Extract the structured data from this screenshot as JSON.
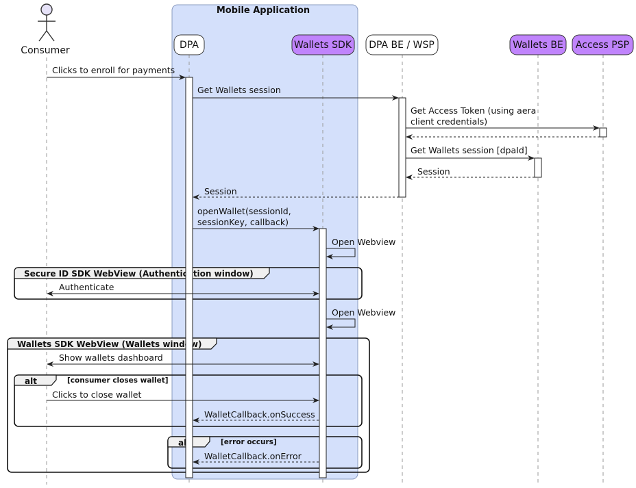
{
  "box": {
    "title": "Mobile Application",
    "color": "#d4e0fb"
  },
  "colors": {
    "highlight": "#c084fc",
    "plain": "#ffffff",
    "actor_head": "#e6e2f8"
  },
  "participants": [
    {
      "id": "consumer",
      "label": "Consumer",
      "kind": "actor"
    },
    {
      "id": "dpa",
      "label": "DPA",
      "kind": "plain"
    },
    {
      "id": "sdk",
      "label": "Wallets SDK",
      "kind": "highlight"
    },
    {
      "id": "dpabe",
      "label": "DPA BE / WSP",
      "kind": "plain"
    },
    {
      "id": "wbe",
      "label": "Wallets BE",
      "kind": "highlight"
    },
    {
      "id": "psp",
      "label": "Access PSP",
      "kind": "highlight"
    }
  ],
  "messages": [
    {
      "id": "m1",
      "lines": [
        "Clicks to enroll for payments"
      ]
    },
    {
      "id": "m2",
      "lines": [
        "Get Wallets session"
      ]
    },
    {
      "id": "m3",
      "lines": [
        "Get Access Token (using aera",
        "client credentials)"
      ]
    },
    {
      "id": "m4",
      "lines": [
        ""
      ]
    },
    {
      "id": "m5",
      "lines": [
        "Get Wallets session [dpaId]"
      ]
    },
    {
      "id": "m6",
      "lines": [
        "Session"
      ]
    },
    {
      "id": "m7",
      "lines": [
        "Session"
      ]
    },
    {
      "id": "m8",
      "lines": [
        "openWallet(sessionId,",
        "sessionKey, callback)"
      ]
    },
    {
      "id": "m9",
      "lines": [
        "Open Webview"
      ]
    },
    {
      "id": "m10",
      "lines": [
        "Authenticate"
      ]
    },
    {
      "id": "m11",
      "lines": [
        "Open Webview"
      ]
    },
    {
      "id": "m12",
      "lines": [
        "Show wallets dashboard"
      ]
    },
    {
      "id": "m13",
      "lines": [
        "Clicks to close wallet"
      ]
    },
    {
      "id": "m14",
      "lines": [
        "WalletCallback.onSuccess"
      ]
    },
    {
      "id": "m15",
      "lines": [
        "WalletCallback.onError"
      ]
    }
  ],
  "frames": [
    {
      "id": "f1",
      "label": "Secure ID SDK WebView (Authentication window)",
      "cond": ""
    },
    {
      "id": "f2",
      "label": "Wallets SDK WebView (Wallets window)",
      "cond": ""
    },
    {
      "id": "f3",
      "label": "alt",
      "cond": "[consumer closes wallet]"
    },
    {
      "id": "f4",
      "label": "alt",
      "cond": "[error occurs]"
    }
  ]
}
